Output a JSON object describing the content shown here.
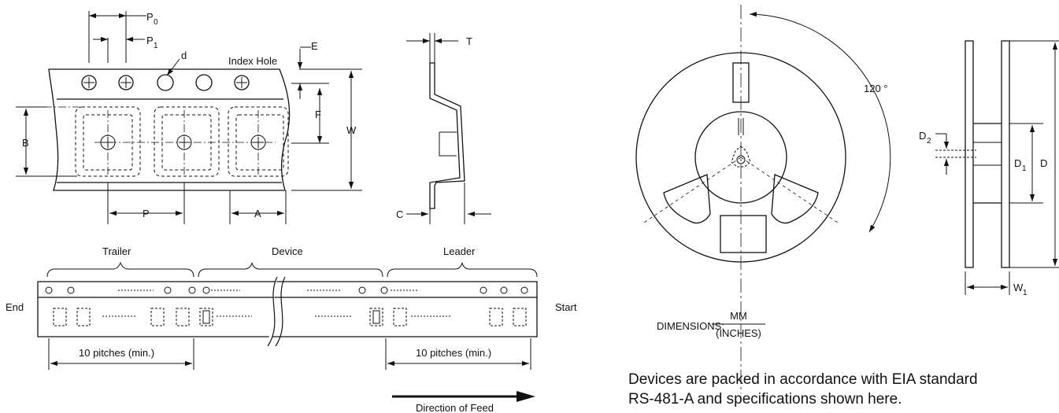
{
  "tape": {
    "labels": {
      "p0": "P",
      "p0_sub": "0",
      "p1": "P",
      "p1_sub": "1",
      "d": "d",
      "e": "E",
      "index_hole": "Index Hole",
      "t": "T",
      "f": "F",
      "w": "W",
      "b": "B",
      "p": "P",
      "a": "A",
      "c": "C"
    }
  },
  "strip": {
    "trailer": "Trailer",
    "device": "Device",
    "leader": "Leader",
    "end": "End",
    "start": "Start",
    "trailer_pitch": "10 pitches (min.)",
    "leader_pitch": "10 pitches (min.)",
    "direction": "Direction of Feed"
  },
  "reel": {
    "angle": "120 °",
    "d2": "D",
    "d2_sub": "2",
    "d1": "D",
    "d1_sub": "1",
    "d": "D",
    "w1": "W",
    "w1_sub": "1"
  },
  "dimensions": {
    "label": "DIMENSIONS:",
    "numerator": "MM",
    "denominator": "(INCHES)"
  },
  "note": {
    "line1": "Devices are packed in accordance with EIA standard",
    "line2": "RS-481-A and specifications shown here."
  },
  "colors": {
    "ink": "#111111",
    "background": "#ffffff"
  }
}
